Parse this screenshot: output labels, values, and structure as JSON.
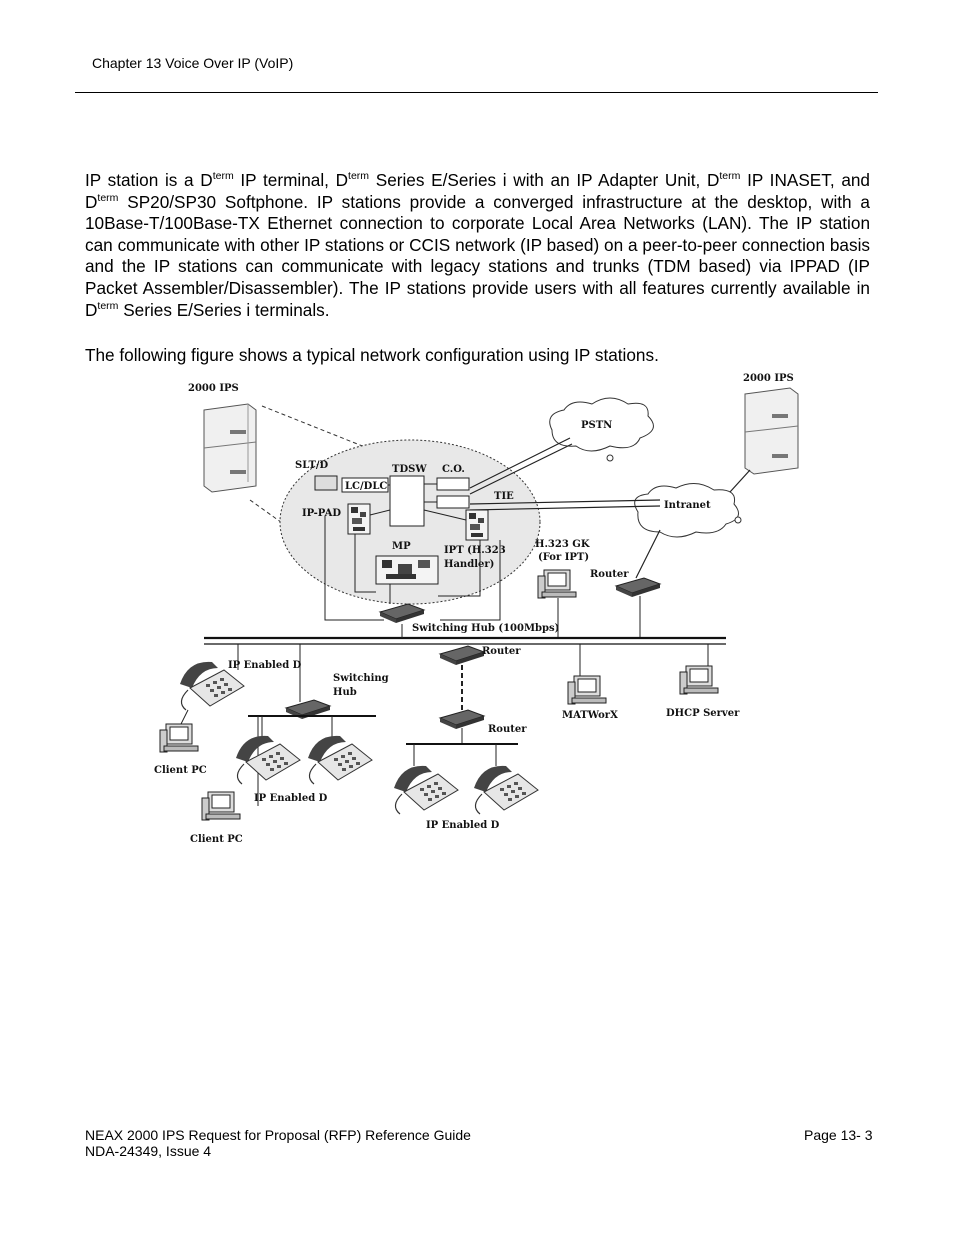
{
  "header": {
    "chapter": "Chapter 13 Voice Over IP (VoIP)"
  },
  "body": {
    "p1_a": "IP station is a D",
    "sup_term": "term",
    "p1_b": " IP terminal, D",
    "p1_c": " Series E/Series i with an IP Adapter Unit, D",
    "p1_d": " IP INASET, and D",
    "p1_e": " SP20/SP30 Softphone.  IP stations provide a converged infrastructure at the desktop, with a 10Base-T/100Base-TX Ethernet connection to corporate Local Area Networks (LAN).   The IP station can communicate with other IP stations or CCIS network (IP based) on a peer-to-peer connection basis and the IP stations can communicate with legacy stations and trunks (TDM based) via IPPAD (IP Packet Assembler/Disassembler). The IP stations provide users with all features currently available in D",
    "p1_f": " Series E/Series i terminals.",
    "lead": "The following figure shows a typical network configuration using IP stations."
  },
  "figure": {
    "labels": {
      "ips_left": "2000 IPS",
      "ips_right": "2000 IPS",
      "pstn": "PSTN",
      "intranet": "Intranet",
      "slt": "SLT/D",
      "lcdlc": "LC/DLC",
      "tdsw": "TDSW",
      "co": "C.O.",
      "tie": "TIE",
      "ippad": "IP-PAD",
      "mp": "MP",
      "ipt1": "IPT (H.323",
      "ipt2": "Handler)",
      "gk1": "H.323 GK",
      "gk2": "(For IPT)",
      "router_top": "Router",
      "switching_hub": "Switching Hub (100Mbps)",
      "router_mid": "Router",
      "router_low": "Router",
      "ip_enabled_1": "IP Enabled D",
      "sw_hub1": "Switching",
      "sw_hub2": "Hub",
      "client_pc_1": "Client PC",
      "ip_enabled_2": "IP Enabled D",
      "client_pc_2": "Client PC",
      "ip_enabled_3": "IP Enabled D",
      "matworx": "MATWorX",
      "dhcp": "DHCP Server"
    }
  },
  "footer": {
    "left1": "NEAX 2000 IPS Request for Proposal (RFP) Reference Guide",
    "left2": "NDA-24349, Issue 4",
    "right": "Page 13- 3"
  }
}
